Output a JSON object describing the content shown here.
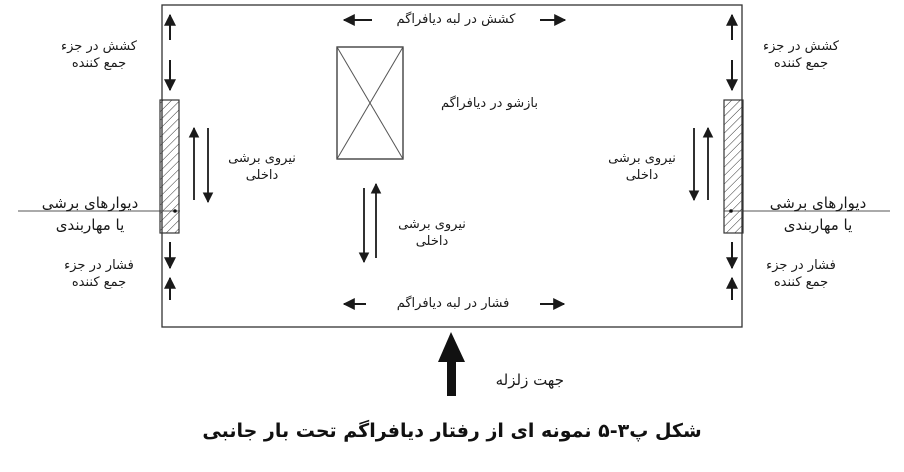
{
  "diagram": {
    "caption": "شکل پ۳-۵ نمونه ای از رفتار دیافراگم تحت بار جانبی",
    "labels": {
      "tension_diaphragm_edge": "کشش در لبه دیافراگم",
      "compression_diaphragm_edge": "فشار در لبه دیافراگم",
      "diaphragm_moment": "بازشو در دیافراگم",
      "internal_shear_left": "نیروی برشی\nداخلی",
      "internal_shear_center": "نیروی برشی\nداخلی",
      "internal_shear_right": "نیروی برشی\nداخلی",
      "collector_tension_left": "کشش در جزء\nجمع کننده",
      "collector_tension_right": "کشش در جزء\nجمع کننده",
      "collector_compression_left": "فشار در جزء\nجمع کننده",
      "collector_compression_right": "فشار در جزء\nجمع کننده",
      "shear_walls_left": "دیوارهای برشی\nیا مهاربندی",
      "shear_walls_right": "دیوارهای برشی\nیا مهاربندی",
      "earthquake_direction": "جهت زلزله"
    }
  }
}
